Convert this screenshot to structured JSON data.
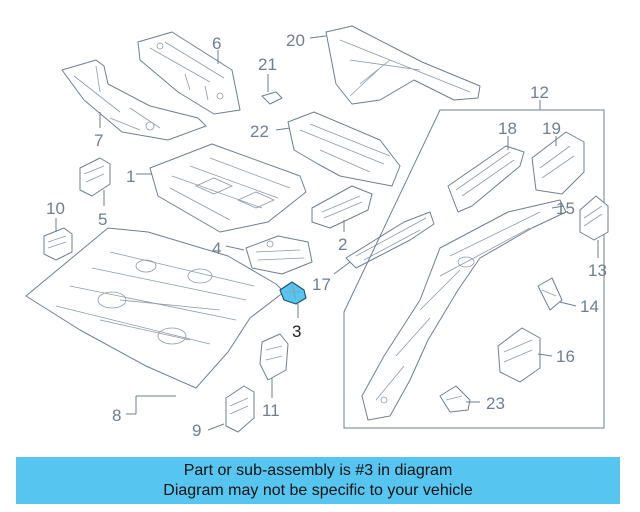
{
  "diagram": {
    "callouts": {
      "p1": "1",
      "p2": "2",
      "p3": "3",
      "p4": "4",
      "p5": "5",
      "p6": "6",
      "p7": "7",
      "p8": "8",
      "p9": "9",
      "p10": "10",
      "p11": "11",
      "p12": "12",
      "p13": "13",
      "p14": "14",
      "p15": "15",
      "p16": "16",
      "p17": "17",
      "p18": "18",
      "p19": "19",
      "p20": "20",
      "p21": "21",
      "p22": "22",
      "p23": "23"
    },
    "highlighted_part": "3",
    "colors": {
      "highlight_fill": "#56c5ef",
      "line": "#6f7f8d",
      "banner": "#56c5ef"
    }
  },
  "banner": {
    "line1": "Part or sub-assembly is #3 in diagram",
    "line2": "Diagram may not be specific to your vehicle"
  }
}
